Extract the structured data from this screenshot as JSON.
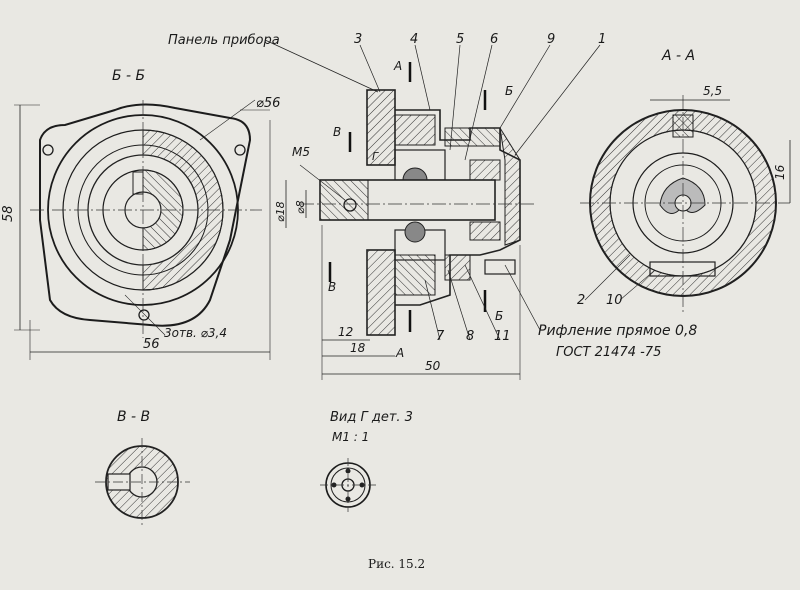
{
  "drawing": {
    "panel_label": "Панель прибора",
    "part_numbers": {
      "p3": "3",
      "p4": "4",
      "p5": "5",
      "p6": "6",
      "p9": "9",
      "p1": "1",
      "p7": "7",
      "p8": "8",
      "p11": "11",
      "p2": "2",
      "p10": "10"
    },
    "section_bb": "Б - Б",
    "section_aa": "А - А",
    "section_vv": "В - В",
    "view_g": "Вид Г  дет. 3",
    "view_g_scale": "М1 : 1",
    "cut_marks": {
      "a": "А",
      "b": "Б",
      "v": "В",
      "g": "Г"
    },
    "dims": {
      "d56_dia": "⌀56",
      "h58": "58",
      "w56": "56",
      "holes": "3отв. ⌀3,4",
      "m5": "М5",
      "d18": "⌀18",
      "d8": "⌀8",
      "l12": "12",
      "l18": "18",
      "l50": "50",
      "w5_5": "5,5",
      "h16": "16"
    },
    "note_line1": "Рифление прямое 0,8",
    "note_line2": "ГОСТ 21474 -75",
    "caption": "Рис. 15.2"
  }
}
